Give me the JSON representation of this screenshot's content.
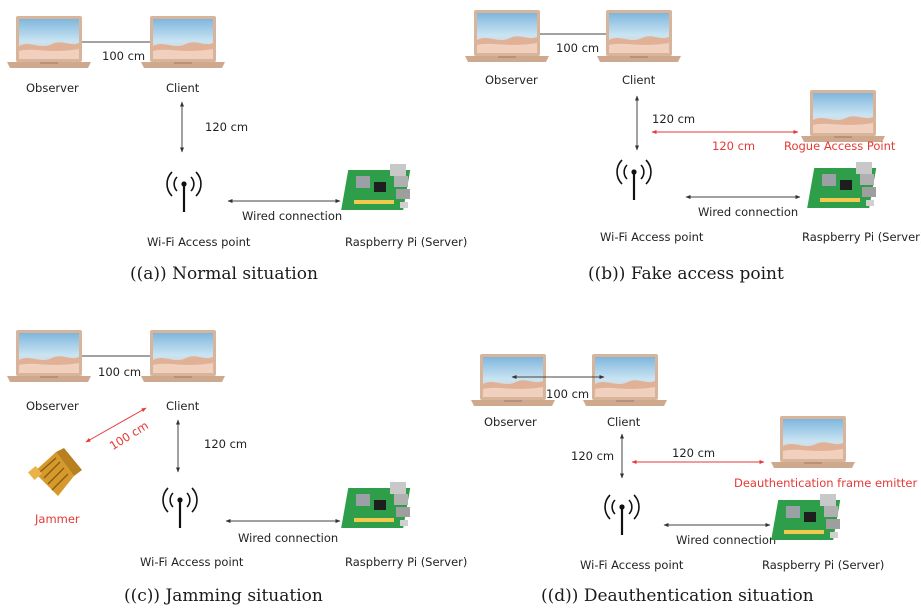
{
  "colors": {
    "label": "#222222",
    "highlight": "#e53935",
    "laptop_body": "#d8b79d",
    "screen_sky": "#9fd0ea"
  },
  "panels": [
    {
      "caption": "((a)) Normal situation",
      "observer": "Observer",
      "client": "Client",
      "d_obs_client": "100 cm",
      "d_client_ap": "120 cm",
      "ap": "Wi-Fi Access point",
      "server": "Raspberry Pi (Server)",
      "wired": "Wired connection"
    },
    {
      "caption": "((b)) Fake access point",
      "observer": "Observer",
      "client": "Client",
      "d_obs_client": "100 cm",
      "d_client_ap": "120 cm",
      "d_rogue": "120 cm",
      "rogue": "Rogue Access Point",
      "ap": "Wi-Fi Access point",
      "server": "Raspberry Pi (Server)",
      "wired": "Wired connection"
    },
    {
      "caption": "((c)) Jamming situation",
      "observer": "Observer",
      "client": "Client",
      "d_obs_client": "100 cm",
      "d_client_ap": "120 cm",
      "d_jammer": "100 cm",
      "jammer": "Jammer",
      "ap": "Wi-Fi Access point",
      "server": "Raspberry Pi (Server)",
      "wired": "Wired connection"
    },
    {
      "caption": "((d)) Deauthentication situation",
      "observer": "Observer",
      "client": "Client",
      "d_obs_client": "100 cm",
      "d_client_ap": "120 cm",
      "d_emitter": "120 cm",
      "emitter": "Deauthentication frame emitter",
      "ap": "Wi-Fi Access point",
      "server": "Raspberry Pi (Server)",
      "wired": "Wired connection"
    }
  ]
}
